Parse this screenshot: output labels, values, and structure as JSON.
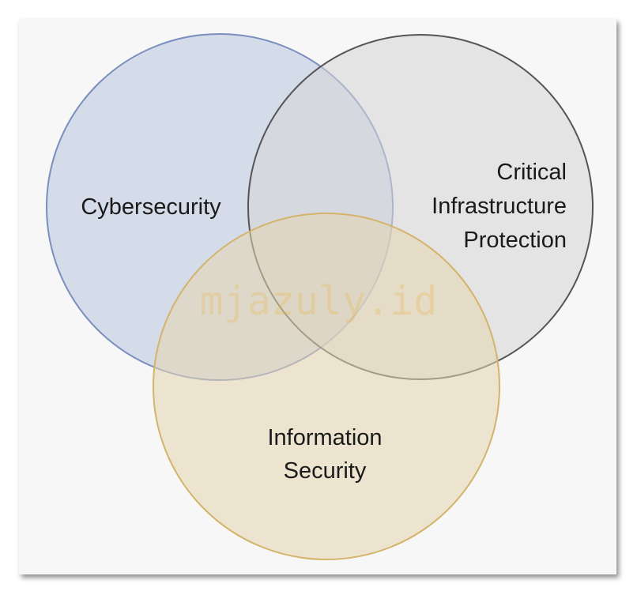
{
  "diagram": {
    "circles": [
      {
        "id": "cybersecurity",
        "lines": [
          "Cybersecurity"
        ],
        "fill": "#b8c4df",
        "stroke": "#7a8fbe"
      },
      {
        "id": "critical-infrastructure-protection",
        "lines": [
          "Critical",
          "Infrastructure",
          "Protection"
        ],
        "fill": "#d6d6d6",
        "stroke": "#555555"
      },
      {
        "id": "information-security",
        "lines": [
          "Information",
          "Security"
        ],
        "fill": "#e5d6b0",
        "stroke": "#d4b36a"
      }
    ],
    "watermark": "mjazuly.id"
  }
}
